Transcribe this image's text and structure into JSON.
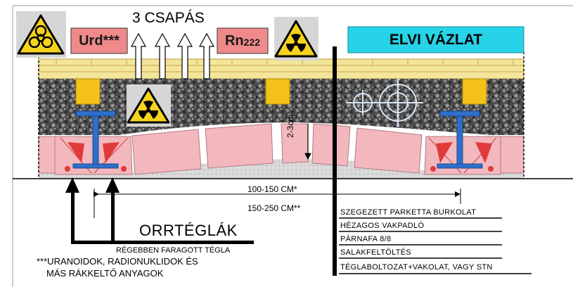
{
  "top_center_label": "3 CSAPÁS",
  "urd_label": "Urd***",
  "rn_label_main": "Rn",
  "rn_label_num": "222",
  "elvi_label": "ELVI VÁZLAT",
  "gap_label": "2-3cm",
  "dim_inner": "100-150 CM*",
  "dim_outer": "150-250 CM**",
  "orrteglak_label": "ORRTÉGLÁK",
  "regebben_label": "RÉGEBBEN FARAGOTT TÉGLA",
  "footnote_line1": "***URANOIDOK, RADIONUKLIDOK ÉS",
  "footnote_line2": "MÁS RÁKKELTŐ ANYAGOK",
  "layers": [
    "SZEGEZETT PARKETTA BURKOLAT",
    "HÉZAGOS VAKPADLÓ",
    "PÁRNAFA 8/8",
    "SALAKFELTÖLTÉS",
    "TÉGLABOLTOZAT+VAKOLAT, VAGY STN"
  ],
  "colors": {
    "parquet": "#f3e59a",
    "gravel": "#5a5a5a",
    "brick": "#f2b8be",
    "urd_box": "#f08a8a",
    "elvi_box": "#27d3e6",
    "beam": "#2e6fc9",
    "warning_yellow": "#f5d21c",
    "purlin": "#f5c21a",
    "wall_red": "#e23a3a"
  },
  "icons": [
    "biohazard-icon",
    "radiation-icon",
    "up-arrow-icon",
    "crosshair-icon"
  ]
}
